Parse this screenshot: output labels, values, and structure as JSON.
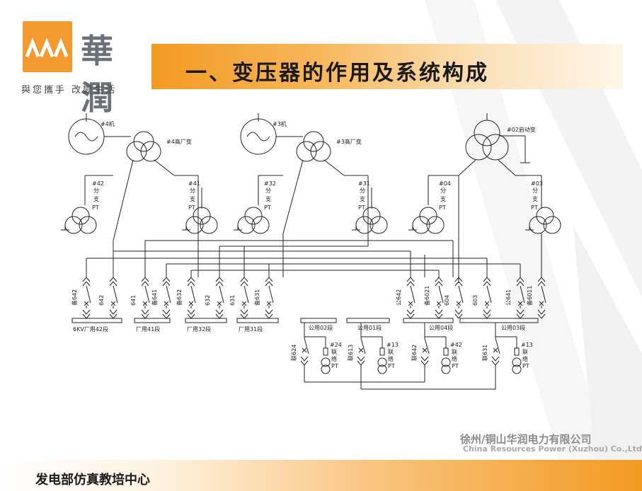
{
  "logo": {
    "name": "華潤",
    "slogan": "與您攜手 改變生活"
  },
  "title": "一、变压器的作用及系统构成",
  "company": {
    "cn": "徐州/铜山华润电力有限公司",
    "en": "China Resources Power (Xuzhou) Co.,Ltd."
  },
  "footer": "发电部仿真教培中心",
  "diagram": {
    "units": [
      {
        "gen": "#4机",
        "transformer": "#4高厂变",
        "left_pt": "#42",
        "right_pt": "#41",
        "pt_label": [
          "分",
          "支",
          "PT"
        ]
      },
      {
        "gen": "#3机",
        "transformer": "#3高厂变",
        "left_pt": "#32",
        "right_pt": "#31",
        "pt_label": [
          "分",
          "支",
          "PT"
        ]
      },
      {
        "gen": "",
        "transformer": "#02启动变",
        "left_pt": "#04",
        "right_pt": "#03",
        "pt_label": [
          "分",
          "支",
          "PT"
        ]
      }
    ],
    "breakers": [
      "备642",
      "642",
      "641",
      "备641",
      "备632",
      "632",
      "631",
      "备631",
      "公642",
      "备6021",
      "604",
      "603",
      "公641",
      "备6011"
    ],
    "buses": [
      "6KV厂用42段",
      "厂用41段",
      "厂用32段",
      "厂用31段",
      "公用02段",
      "公用01段",
      "公用04段",
      "公用03段"
    ],
    "bus_breakers": [
      "联624",
      "联613",
      "联642",
      "联631"
    ],
    "bus_pts": [
      {
        "id": "#24",
        "label": [
          "联",
          "络",
          "PT"
        ]
      },
      {
        "id": "#13",
        "label": [
          "联",
          "络",
          "PT"
        ]
      },
      {
        "id": "#42",
        "label": [
          "联",
          "络",
          "PT"
        ]
      },
      {
        "id": "#13",
        "label": [
          "联",
          "络",
          "PT"
        ]
      }
    ]
  }
}
